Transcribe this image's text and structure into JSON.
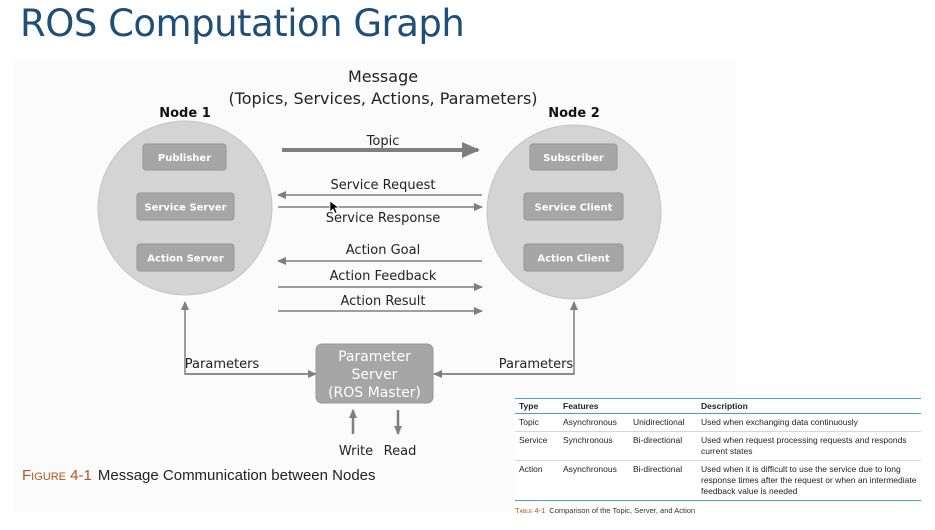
{
  "title": "ROS Computation Graph",
  "diagram": {
    "message_title": "Message",
    "message_subtitle": "(Topics, Services, Actions, Parameters)",
    "node1": {
      "title": "Node 1",
      "items": [
        "Publisher",
        "Service Server",
        "Action Server"
      ]
    },
    "node2": {
      "title": "Node 2",
      "items": [
        "Subscriber",
        "Service Client",
        "Action Client"
      ]
    },
    "arrows": {
      "topic": "Topic",
      "service_request": "Service Request",
      "service_response": "Service Response",
      "action_goal": "Action Goal",
      "action_feedback": "Action Feedback",
      "action_result": "Action Result"
    },
    "parameters_left": "Parameters",
    "parameters_right": "Parameters",
    "parameter_server": [
      "Parameter",
      "Server",
      "(ROS Master)"
    ],
    "write": "Write",
    "read": "Read"
  },
  "figure_caption": {
    "label": "Figure 4-1",
    "text": "Message Communication between Nodes"
  },
  "table": {
    "headers": [
      "Type",
      "Features",
      "",
      "Description"
    ],
    "rows": [
      [
        "Topic",
        "Asynchronous",
        "Unidirectional",
        "Used when exchanging data continuously"
      ],
      [
        "Service",
        "Synchronous",
        "Bi-directional",
        "Used when request processing requests and responds current states"
      ],
      [
        "Action",
        "Asynchronous",
        "Bi-directional",
        "Used when it is difficult to use the service due to long response times after the request or when an intermediate feedback value is needed"
      ]
    ],
    "caption_label": "Table 4-1",
    "caption_text": "Comparison of the Topic, Server, and Action"
  },
  "colors": {
    "title": "#1f4e79",
    "node_circle": "#d4d4d4",
    "node_button": "#a6a6a6",
    "arrow": "#7f7f7f",
    "caption_label": "#b5561f",
    "table_rule": "#4aa3c7"
  }
}
